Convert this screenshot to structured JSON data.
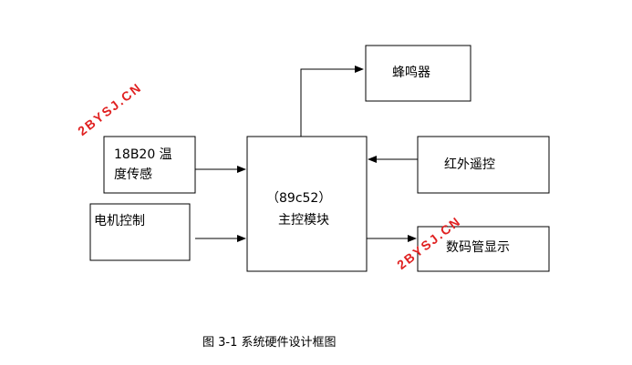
{
  "diagram": {
    "buzzer": "蜂鸣器",
    "temp_sensor": {
      "line1": "18B20  温",
      "line2": "度传感"
    },
    "motor": "电机控制",
    "main": {
      "line1": "（89c52）",
      "line2": "主控模块"
    },
    "ir": "红外遥控",
    "display": "数码管显示"
  },
  "watermark": "2BYSJ.CN",
  "caption": "图 3-1  系统硬件设计框图",
  "colors": {
    "line": "#000000",
    "watermark": "#e02020"
  }
}
